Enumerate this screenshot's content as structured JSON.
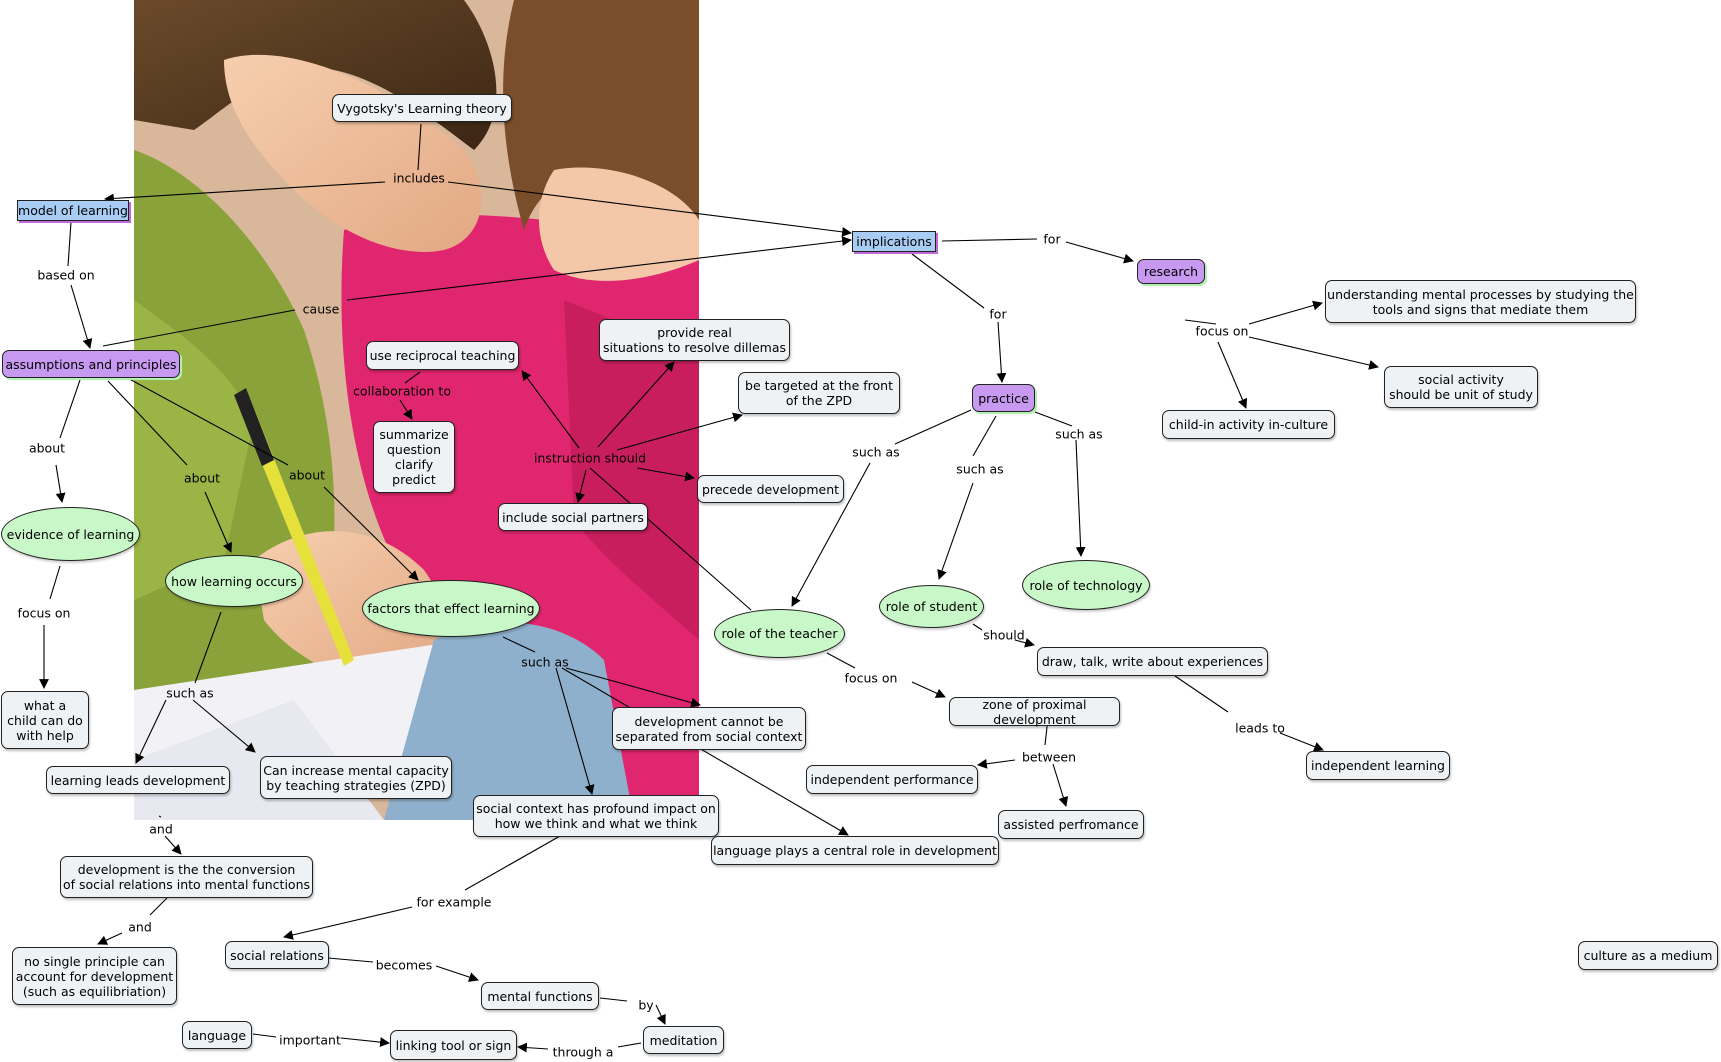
{
  "colors": {
    "plain_fill": "#eef2f4",
    "blue_fill": "#a8ccf4",
    "purple_fill": "#c899f0",
    "green_fill": "#c9f8c8",
    "photo_green": "#8aa23a",
    "photo_pink": "#e0266e",
    "photo_denim": "#8fb0cc"
  },
  "concepts": {
    "vygotsky": "Vygotsky's Learning theory",
    "model_of_learning": "model of learning",
    "implications": "implications",
    "research": "research",
    "assumptions_principles": "assumptions and principles",
    "understanding_mental": "understanding mental processes by studying the\ntools and signs that mediate them",
    "social_activity": "social activity\nshould be unit of study",
    "child_in_activity": "child-in activity in-culture",
    "provide_real": "provide real\nsituations to resolve dillemas",
    "use_reciprocal": "use reciprocal teaching",
    "be_targeted": "be targeted at the front\nof the ZPD",
    "practice": "practice",
    "summarize": "summarize\nquestion\nclarify\npredict",
    "precede_development": "precede development",
    "include_social": "include social partners",
    "evidence_of_learning": "evidence of learning",
    "how_learning_occurs": "how learning occurs",
    "factors_effect": "factors that effect learning",
    "role_of_technology": "role of technology",
    "role_of_student": "role of student",
    "role_of_teacher": "role of the teacher",
    "draw_talk": "draw, talk, write about experiences",
    "what_a_child": "what a\nchild can do\nwith help",
    "development_cannot": "development cannot be\nseparated from social context",
    "zone_proximal": "zone of proximal development",
    "learning_leads": "learning leads development",
    "can_increase": "Can increase mental capacity\nby teaching strategies (ZPD)",
    "independent_performance": "independent performance",
    "independent_learning": "independent learning",
    "social_context": "social context has profound impact on\nhow we think and what we think",
    "assisted_performance": "assisted perfromance",
    "language_central": "language plays a central role in development",
    "development_conversion": "development is the the conversion\nof social relations into mental functions",
    "no_single": "no single principle can\naccount for development\n(such as equilibriation)",
    "social_relations": "social relations",
    "mental_functions": "mental functions",
    "culture_medium": "culture as a medium",
    "language": "language",
    "meditation": "meditation",
    "linking_tool": "linking tool or sign"
  },
  "linking_phrases": {
    "includes": "includes",
    "based_on": "based on",
    "for_research": "for",
    "for_practice": "for",
    "cause": "cause",
    "focus_on_research": "focus on",
    "collaboration_to": "collaboration to",
    "instruction_should": "instruction should",
    "about_evidence": "about",
    "about_how": "about",
    "about_factors": "about",
    "such_as_teacher": "such as",
    "such_as_student": "such as",
    "such_as_technology": "such as",
    "focus_on_evidence": "focus on",
    "should": "should",
    "such_as_how": "such as",
    "such_as_factors": "such as",
    "focus_on_teacher": "focus on",
    "leads_to": "leads to",
    "between": "between",
    "and_1": "and",
    "and_2": "and",
    "for_example": "for example",
    "becomes": "becomes",
    "by": "by",
    "important": "important",
    "through_a": "through a"
  }
}
